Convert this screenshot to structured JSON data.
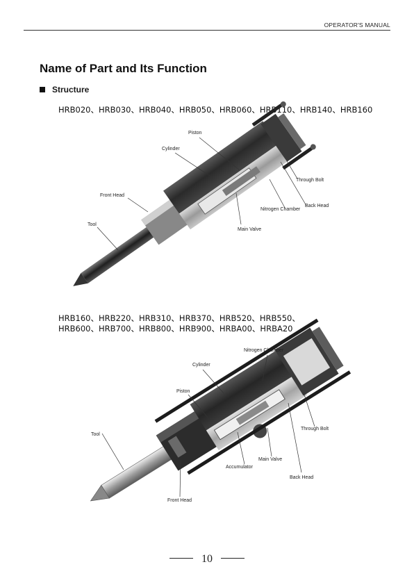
{
  "header": {
    "manual_title": "OPERATOR'S MANUAL"
  },
  "page_title": "Name of Part and Its Function",
  "section": {
    "heading": "Structure"
  },
  "figure1": {
    "models": "HRB020、HRB030、HRB040、HRB050、HRB060、HRB110、HRB140、HRB160",
    "labels": {
      "piston": "Piston",
      "cylinder": "Cylinder",
      "through_bolt": "Through Bolt",
      "front_head": "Front Head",
      "back_head": "Back Head",
      "nitrogen_chamber": "Nitrogen Chamber",
      "tool": "Tool",
      "main_valve": "Main Valve"
    }
  },
  "figure2": {
    "models_line1": "HRB160、HRB220、HRB310、HRB370、HRB520、HRB550、",
    "models_line2": "HRB600、HRB700、HRB800、HRB900、HRBA00、HRBA20",
    "labels": {
      "nitrogen_chamber": "Nitrogen Chamber",
      "cylinder": "Cylinder",
      "piston": "Piston",
      "through_bolt": "Through Bolt",
      "tool": "Tool",
      "main_valve": "Main Valve",
      "accumulator": "Accumulator",
      "back_head": "Back Head",
      "front_head": "Front Head"
    }
  },
  "footer": {
    "page_number": "10"
  },
  "colors": {
    "text": "#1a1a1a",
    "rule": "#333333",
    "metal_dark": "#2e2e2e",
    "metal_light": "#bdbdbd"
  }
}
